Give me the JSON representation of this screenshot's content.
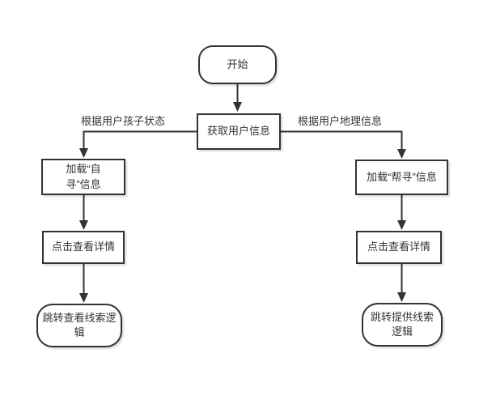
{
  "diagram": {
    "type": "flowchart",
    "background_color": "#ffffff",
    "line_color": "#333333",
    "text_color": "#333333",
    "node_fill": "#ffffff",
    "nodes": {
      "start": {
        "label": "开始",
        "shape": "terminator"
      },
      "get_user_info": {
        "label": "获取用户信息",
        "shape": "process"
      },
      "load_self_search": {
        "label": "加载“自寻”信息",
        "shape": "process"
      },
      "load_help_search": {
        "label": "加载“帮寻”信息",
        "shape": "process"
      },
      "click_view_details_left": {
        "label": "点击查看详情",
        "shape": "process"
      },
      "click_view_details_right": {
        "label": "点击查看详情",
        "shape": "process"
      },
      "jump_view_clue_logic": {
        "label": "跳转查看线索逻辑",
        "shape": "terminator"
      },
      "jump_provide_clue_logic": {
        "label": "跳转提供线索逻辑",
        "shape": "terminator"
      }
    },
    "edge_labels": {
      "left_branch": "根据用户孩子状态",
      "right_branch": "根据用户地理信息"
    },
    "edges": [
      {
        "from": "start",
        "to": "get_user_info"
      },
      {
        "from": "get_user_info",
        "to": "load_self_search",
        "label": "根据用户孩子状态"
      },
      {
        "from": "get_user_info",
        "to": "load_help_search",
        "label": "根据用户地理信息"
      },
      {
        "from": "load_self_search",
        "to": "click_view_details_left"
      },
      {
        "from": "load_help_search",
        "to": "click_view_details_right"
      },
      {
        "from": "click_view_details_left",
        "to": "jump_view_clue_logic"
      },
      {
        "from": "click_view_details_right",
        "to": "jump_provide_clue_logic"
      }
    ]
  }
}
